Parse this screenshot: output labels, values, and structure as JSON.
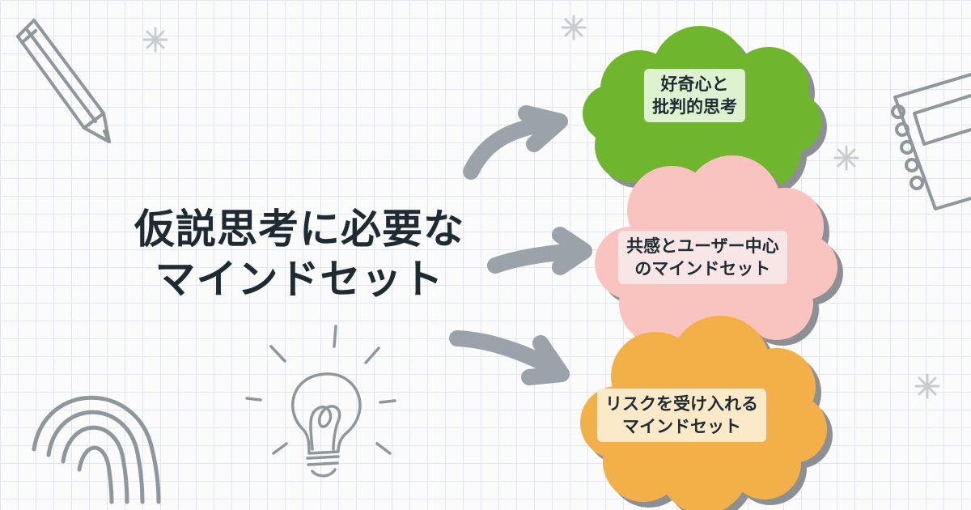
{
  "title": {
    "line1": "仮説思考に必要な",
    "line2": "マインドセット"
  },
  "bubbles": [
    {
      "line1": "好奇心と",
      "line2": "批判的思考",
      "color": "#6fb62e"
    },
    {
      "line1": "共感とユーザー中心",
      "line2": "のマインドセット",
      "color": "#f9c4c0"
    },
    {
      "line1": "リスクを受け入れる",
      "line2": "マインドセット",
      "color": "#f4b048"
    }
  ],
  "arrow_color": "#9aa3aa",
  "doodle_color": "#8f979c",
  "icons": [
    "pencil-icon",
    "lightbulb-icon",
    "rainbow-icon",
    "notebook-icon",
    "sparkle-icon"
  ]
}
